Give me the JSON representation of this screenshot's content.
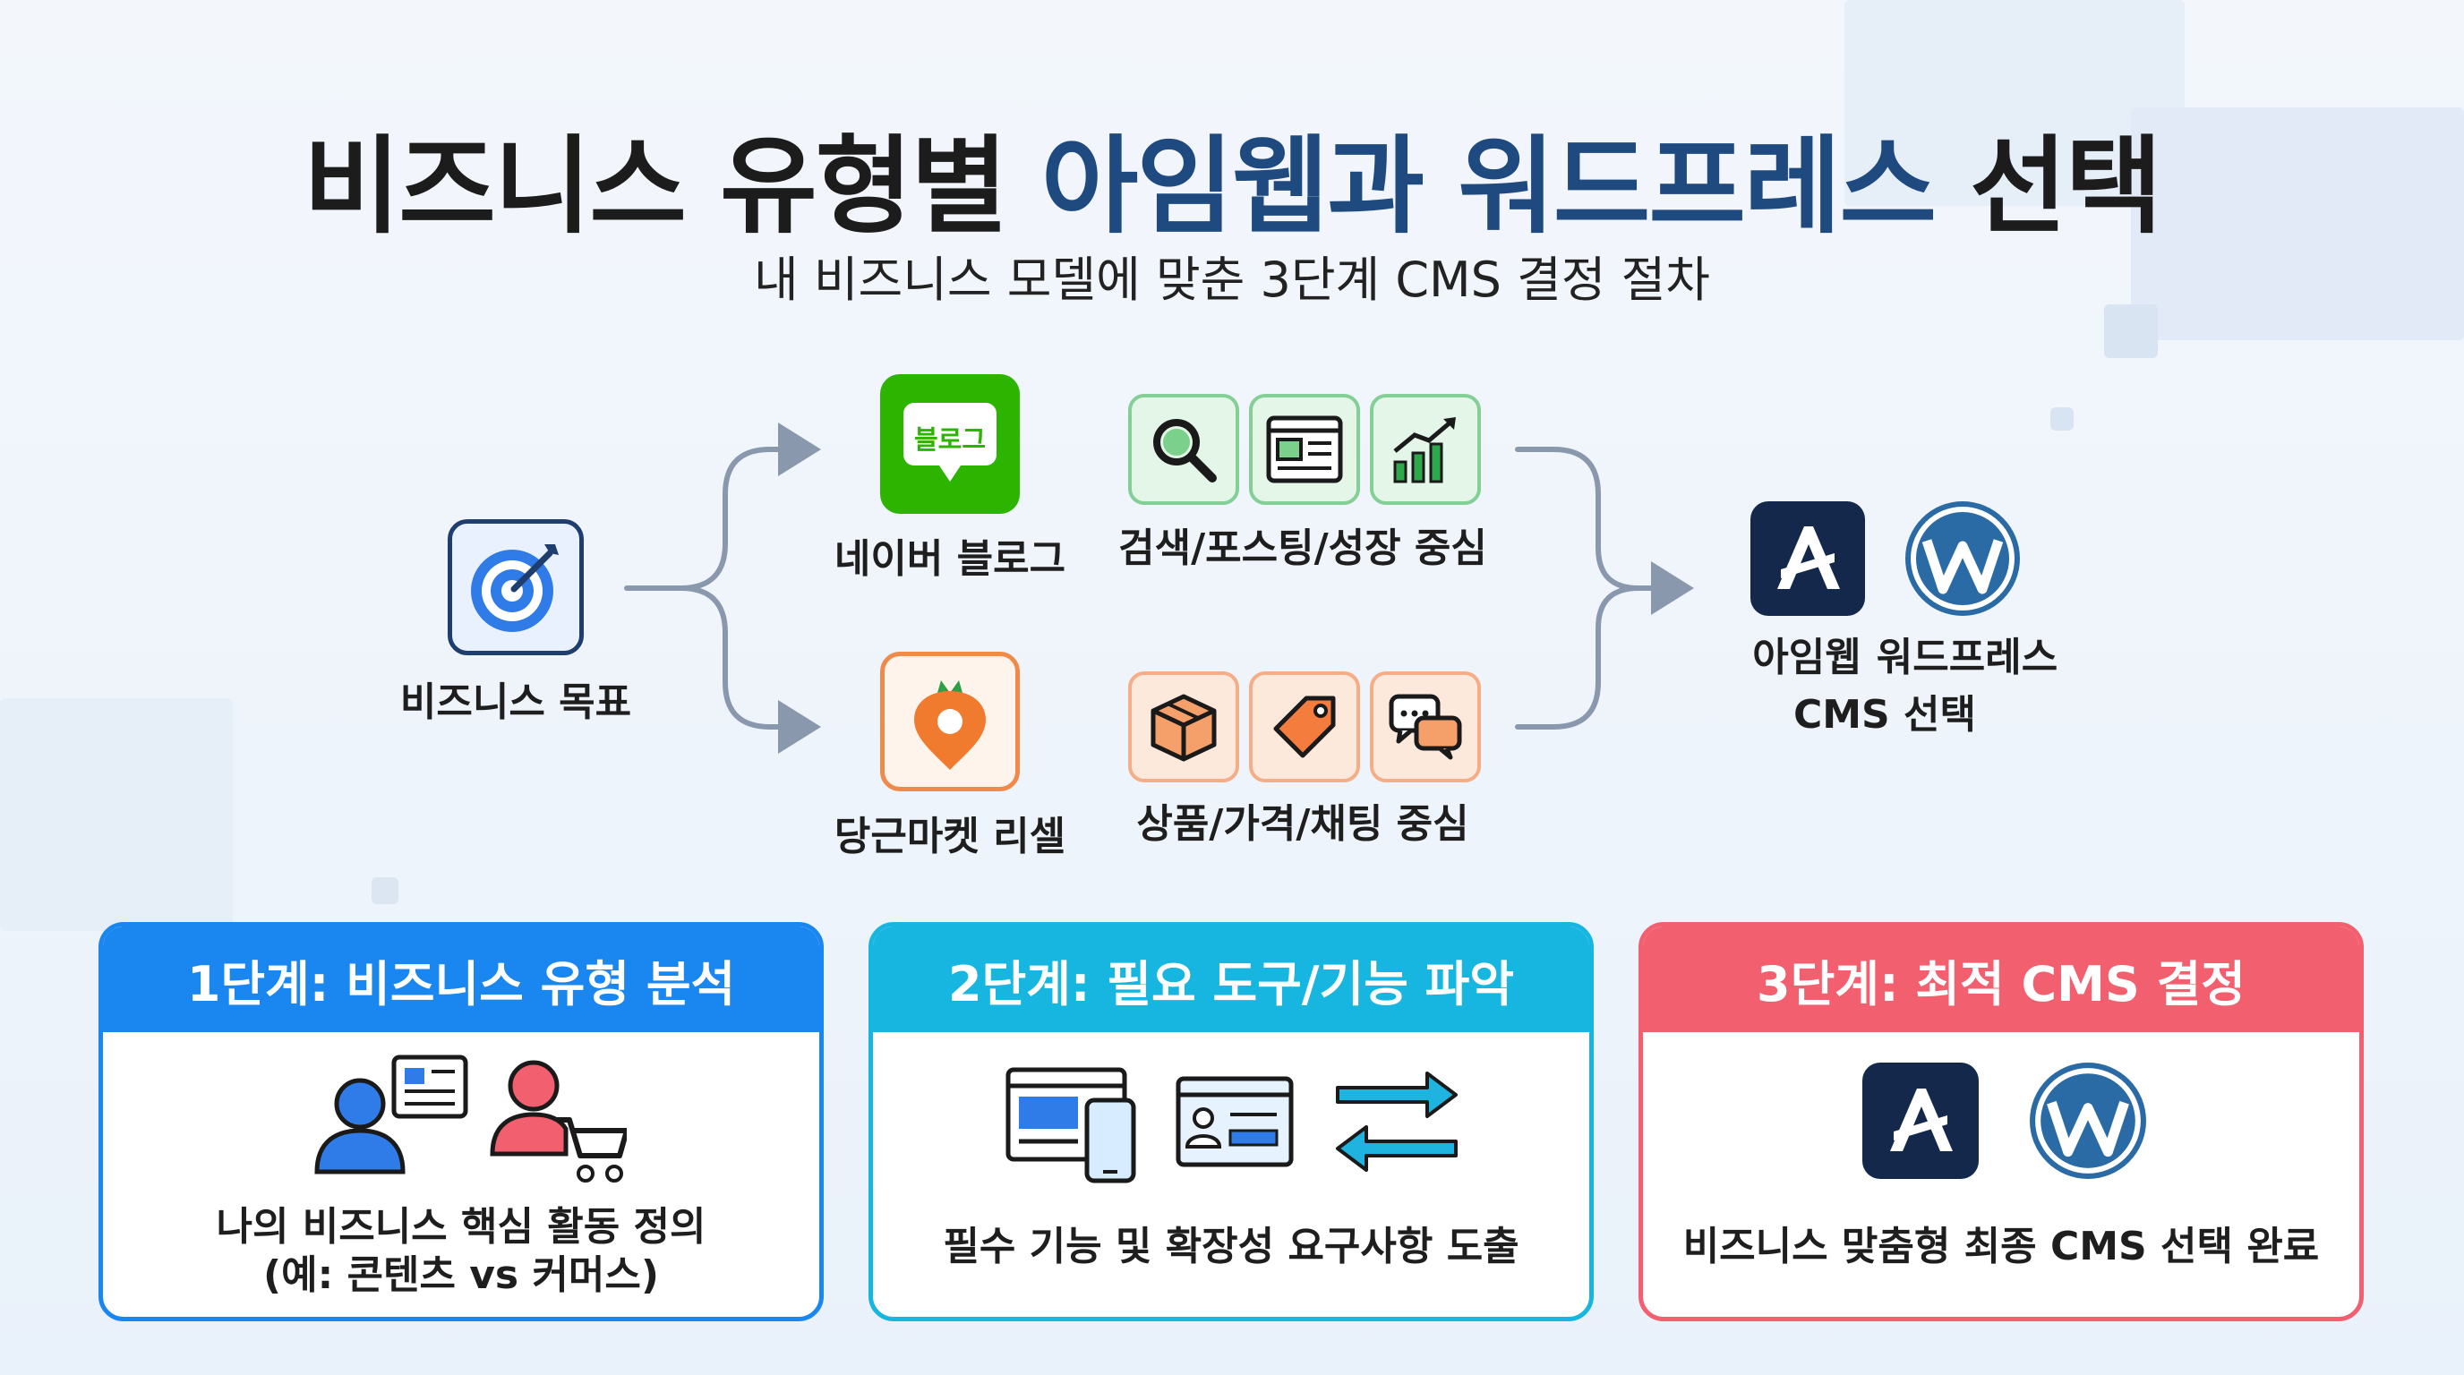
{
  "title": {
    "part1": "비즈니스 유형별",
    "part2": "아임웹과",
    "part3": "워드프레스",
    "part4": "선택"
  },
  "subtitle": "내 비즈니스 모델에 맞춘 3단계 CMS 결정 절차",
  "flow": {
    "start_label": "비즈니스 목표",
    "top": {
      "icon_text": "블로그",
      "label": "네이버 블로그",
      "features_label": "검색/포스팅/성장 중심"
    },
    "bottom": {
      "label": "당근마켓 리셀",
      "features_label": "상품/가격/채팅 중심"
    },
    "end": {
      "imweb_label": "아임웹",
      "wp_label": "워드프레스",
      "caption": "CMS 선택"
    }
  },
  "steps": [
    {
      "title": "1단계: 비즈니스 유형 분석",
      "line1": "나의 비즈니스 핵심 활동 정의",
      "line2": "(예: 콘텐츠 vs 커머스)"
    },
    {
      "title": "2단계: 필요 도구/기능 파악",
      "line1": "필수 기능 및 확장성 요구사항 도출",
      "line2": ""
    },
    {
      "title": "3단계: 최적 CMS 결정",
      "line1": "비즈니스 맞춤형 최종 CMS 선택 완료",
      "line2": ""
    }
  ],
  "colors": {
    "step1": "#1a86f0",
    "step2": "#16b6e0",
    "step3": "#f25f6e",
    "title_accent": "#1f4a80",
    "naver_green": "#2db400",
    "arrow": "#8a98ad"
  }
}
